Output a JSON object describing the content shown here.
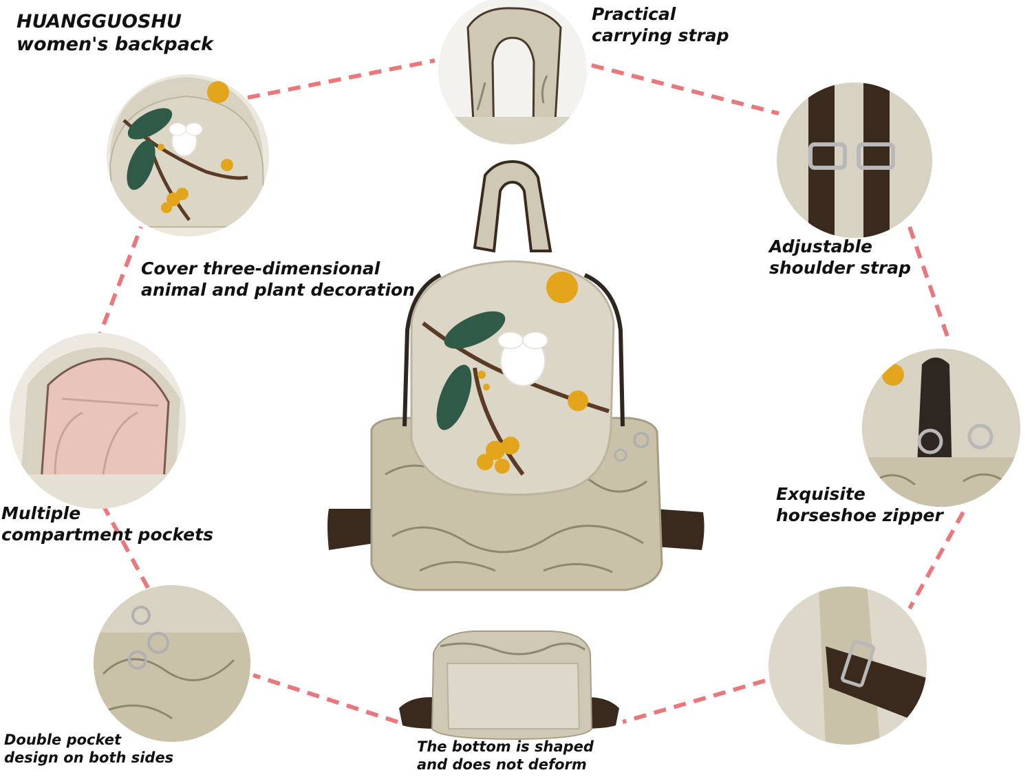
{
  "title": {
    "line1": "HUANGGUOSHU",
    "line2": "women's backpack"
  },
  "features": {
    "carrying_strap": {
      "line1": "Practical",
      "line2": "carrying strap"
    },
    "shoulder_strap": {
      "line1": "Adjustable",
      "line2": "shoulder strap"
    },
    "cover_decoration": {
      "line1": "Cover three-dimensional",
      "line2": "animal and plant decoration"
    },
    "compartments": {
      "line1": "Multiple",
      "line2": "compartment pockets"
    },
    "zipper": {
      "line1": "Exquisite",
      "line2": "horseshoe zipper"
    },
    "side_pockets": {
      "line1": "Double pocket",
      "line2": "design on both sides"
    },
    "bottom": {
      "line1": "The bottom is shaped",
      "line2": "and does not deform"
    }
  },
  "colors": {
    "connector_dash": "#e8787c",
    "linen": "#d8d2c2",
    "linen_dark": "#bcb49f",
    "strap_brown": "#3a2a1e",
    "leaf_green": "#2f5a48",
    "flower_yellow": "#e2a51c",
    "lining_pink": "#e8c4bb"
  }
}
